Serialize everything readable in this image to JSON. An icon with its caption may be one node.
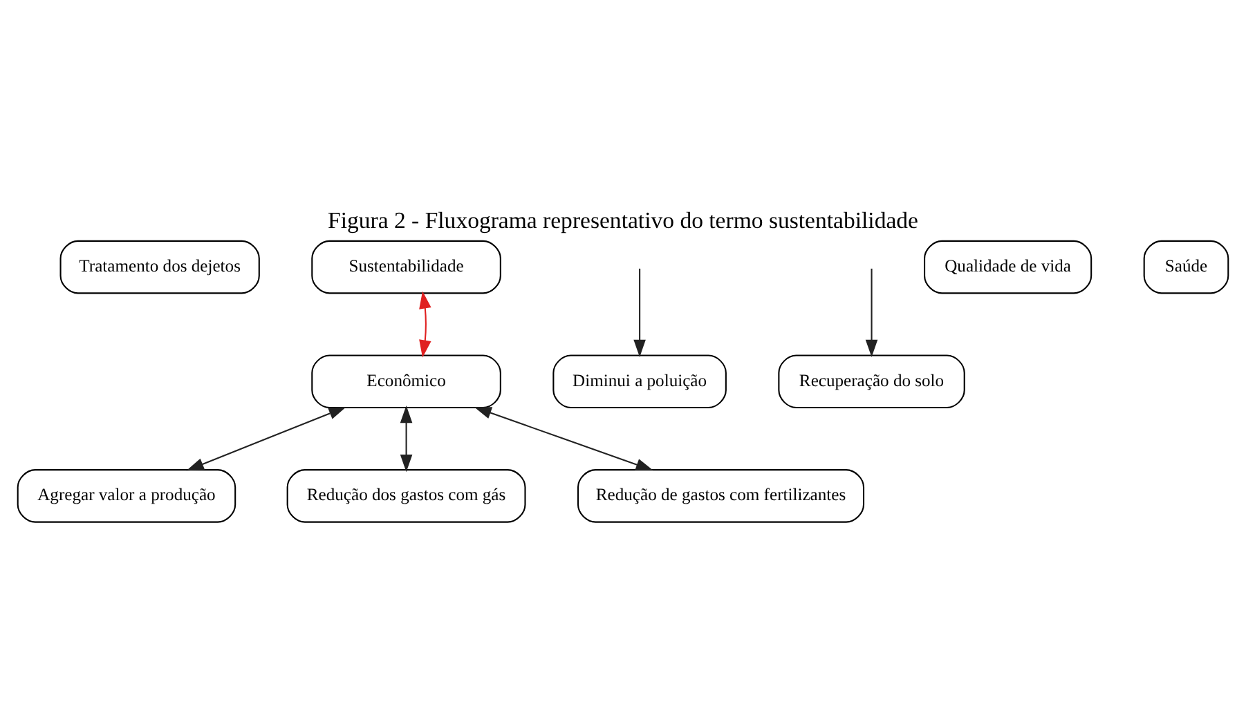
{
  "diagram": {
    "title": "Figura 2 - Fluxograma representativo do termo sustentabilidade",
    "nodes": [
      {
        "text": [
          "Tratamento dos dejetos"
        ]
      },
      {
        "text": [
          "Diminui a poluição"
        ]
      },
      {
        "text": [
          "Recuperação do solo"
        ]
      },
      {
        "text": [
          "Sustentabilidade"
        ]
      },
      {
        "text": [
          "Qualidade de vida"
        ]
      },
      {
        "text": [
          "Saúde"
        ]
      },
      {
        "text": [
          "Econômico"
        ]
      },
      {
        "text": [
          "Agregar valor a produção"
        ]
      },
      {
        "text": [
          "Redução dos gastos com gás"
        ]
      },
      {
        "text": [
          "Redução de gastos com fertilizantes"
        ]
      }
    ],
    "edges": [
      {
        "from": null,
        "to": 1,
        "arrow": "to"
      },
      {
        "from": null,
        "to": 2,
        "arrow": "to"
      },
      {
        "from": 3,
        "to": 6,
        "arrow": "both",
        "color": "#e02020"
      },
      {
        "from": 6,
        "to": 7,
        "arrow": "both"
      },
      {
        "from": 6,
        "to": 8,
        "arrow": "both"
      },
      {
        "from": 6,
        "to": 9,
        "arrow": "both"
      }
    ]
  }
}
